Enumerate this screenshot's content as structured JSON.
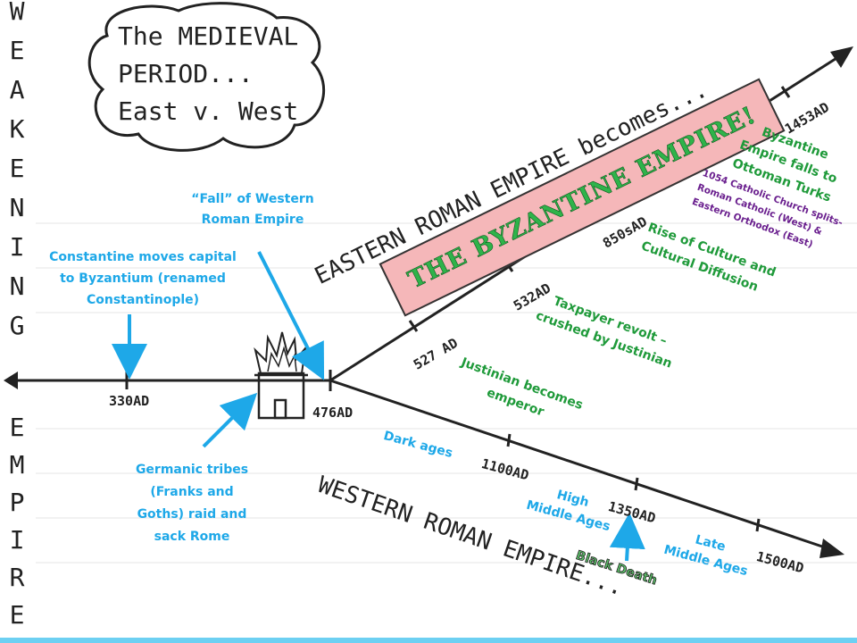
{
  "side_title": {
    "top_letters": [
      "W",
      "E",
      "A",
      "K",
      "E",
      "N",
      "I",
      "N",
      "G"
    ],
    "bottom_letters": [
      "E",
      "M",
      "P",
      "I",
      "R",
      "E"
    ]
  },
  "cloud": {
    "lines": [
      "The MEDIEVAL",
      "PERIOD...",
      "East v. West"
    ]
  },
  "banner": "THE BYZANTINE EMPIRE!",
  "east_label": "EASTERN ROMAN EMPIRE becomes...",
  "west_label": "WESTERN ROMAN EMPIRE...",
  "dates": {
    "d330": "330AD",
    "d476": "476AD",
    "d527": "527 AD",
    "d532": "532AD",
    "d850": "850sAD",
    "d1453": "1453AD",
    "d1100": "1100AD",
    "d1350": "1350AD",
    "d1500": "1500AD"
  },
  "events": {
    "constantine": [
      "Constantine moves capital",
      "to Byzantium (renamed",
      "Constantinople)"
    ],
    "fall_west": [
      "“Fall” of Western",
      "Roman Empire"
    ],
    "germanic": [
      "Germanic tribes",
      "(Franks and",
      "Goths) raid and",
      "sack Rome"
    ],
    "justinian": [
      "Justinian becomes",
      "emperor"
    ],
    "taxpayer": [
      "Taxpayer revolt –",
      "crushed by Justinian"
    ],
    "culture": [
      "Rise of Culture and",
      "Cultural Diffusion"
    ],
    "church": [
      "1054 Catholic Church splits-",
      "Roman Catholic (West) &",
      "Eastern Orthodox (East)"
    ],
    "byz_falls": [
      "Byzantine",
      "Empire falls to",
      "Ottoman Turks"
    ],
    "dark_ages": "Dark ages",
    "high_ma": [
      "High",
      "Middle Ages"
    ],
    "late_ma": [
      "Late",
      "Middle Ages"
    ],
    "black_death": "Black Death"
  },
  "colors": {
    "blue": "#1ea8e8",
    "green": "#1f9a3a",
    "purple": "#6a1f8e",
    "banner": "#f5b7b9"
  }
}
